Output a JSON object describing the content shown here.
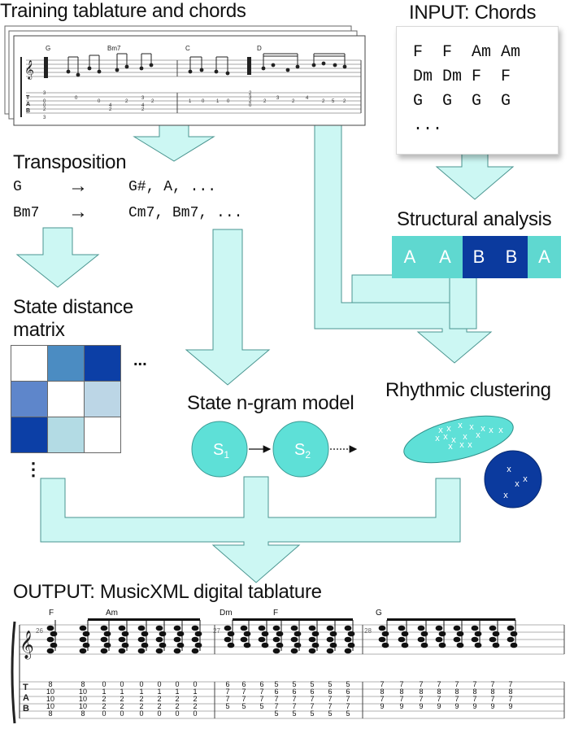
{
  "titles": {
    "training": "Training tablature and chords",
    "input": "INPUT: Chords",
    "transposition": "Transposition",
    "structural": "Structural analysis",
    "distance_line1": "State distance",
    "distance_line2": "matrix",
    "ngram": "State n-gram model",
    "rhythmic": "Rhythmic clustering",
    "output": "OUTPUT: MusicXML digital tablature"
  },
  "input_chords": {
    "row1": "F  F  Am Am",
    "row2": "Dm Dm F  F",
    "row3": "G  G  G  G",
    "row4": "..."
  },
  "transposition": {
    "row1_from": "G",
    "row1_to": "G#, A, ...",
    "row2_from": "Bm7",
    "row2_to": "Cm7, Bm7, ...",
    "arrow": "→"
  },
  "structure": {
    "segments": [
      "A",
      "A",
      "B",
      "B",
      "A"
    ],
    "color_A": "#5fd8d0",
    "color_B": "#0b3a9e"
  },
  "matrix": {
    "ellipsis_h": "...",
    "ellipsis_v": "⋮",
    "cells": [
      "#ffffff",
      "#4b8cc2",
      "#0c3fa6",
      "#5e86cb",
      "#ffffff",
      "#bcd6e6",
      "#0c3fa6",
      "#b3dbe4",
      "#ffffff"
    ]
  },
  "ngram": {
    "state1": "S1",
    "state2": "S2",
    "state1_base": "S",
    "state1_sub": "1",
    "state2_base": "S",
    "state2_sub": "2",
    "node_color": "#5ee0d7"
  },
  "clusters": {
    "cluster1_color": "#5ee0d7",
    "cluster2_color": "#0b3a9e",
    "marker": "x"
  },
  "training_tab": {
    "chords": [
      "G",
      "Bm7",
      "C",
      "D"
    ],
    "tab_clef": [
      "T",
      "A",
      "B"
    ]
  },
  "output_tab": {
    "chords": [
      "F",
      "Am",
      "Dm",
      "F",
      "G"
    ],
    "measure_numbers": [
      "26",
      "27",
      "28"
    ],
    "tab_clef": [
      "T",
      "A",
      "B"
    ],
    "tab_columns": [
      [
        "8",
        "10",
        "10",
        "10",
        "8"
      ],
      [
        "8",
        "10",
        "10",
        "10",
        "8"
      ],
      [
        "0",
        "1",
        "2",
        "2",
        "0"
      ],
      [
        "0",
        "1",
        "2",
        "2",
        "0"
      ],
      [
        "0",
        "1",
        "2",
        "2",
        "0"
      ],
      [
        "0",
        "1",
        "2",
        "2",
        "0"
      ],
      [
        "0",
        "1",
        "2",
        "2",
        "0"
      ],
      [
        "0",
        "1",
        "2",
        "2",
        "0"
      ],
      [
        "6",
        "7",
        "7",
        "5",
        ""
      ],
      [
        "6",
        "7",
        "7",
        "5",
        ""
      ],
      [
        "6",
        "7",
        "7",
        "5",
        ""
      ],
      [
        "5",
        "6",
        "7",
        "7",
        "5"
      ],
      [
        "5",
        "6",
        "7",
        "7",
        "5"
      ],
      [
        "5",
        "6",
        "7",
        "7",
        "5"
      ],
      [
        "5",
        "6",
        "7",
        "7",
        "5"
      ],
      [
        "5",
        "6",
        "7",
        "7",
        "5"
      ],
      [
        "7",
        "8",
        "7",
        "9",
        ""
      ],
      [
        "7",
        "8",
        "7",
        "9",
        ""
      ],
      [
        "7",
        "8",
        "7",
        "9",
        ""
      ],
      [
        "7",
        "8",
        "7",
        "9",
        ""
      ],
      [
        "7",
        "8",
        "7",
        "9",
        ""
      ],
      [
        "7",
        "8",
        "7",
        "9",
        ""
      ],
      [
        "7",
        "8",
        "7",
        "9",
        ""
      ],
      [
        "7",
        "8",
        "7",
        "9",
        ""
      ]
    ]
  },
  "colors": {
    "arrow_fill": "#ccf7f3",
    "arrow_stroke": "#4a9590"
  }
}
